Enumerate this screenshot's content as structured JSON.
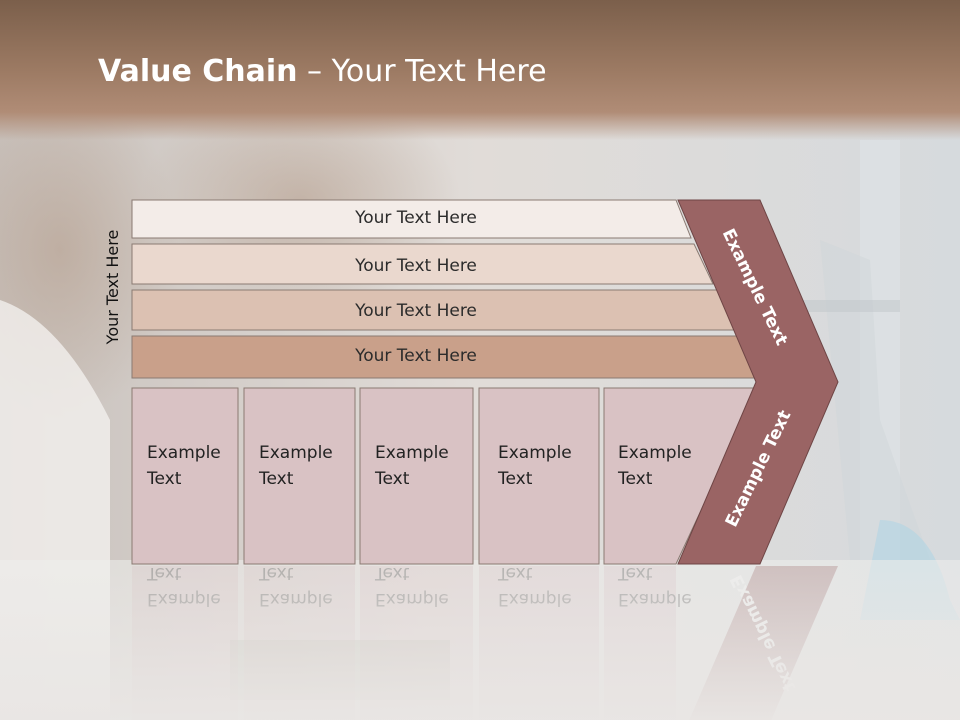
{
  "title": {
    "bold": "Value Chain",
    "rest": " – Your Text Here"
  },
  "vertical_label": "Your Text Here",
  "rows": [
    {
      "label": "Your Text Here",
      "color": "#f3ece8"
    },
    {
      "label": "Your Text Here",
      "color": "#ead8ce"
    },
    {
      "label": "Your Text Here",
      "color": "#dcc1b2"
    },
    {
      "label": "Your Text Here",
      "color": "#c9a08a"
    }
  ],
  "boxes": [
    {
      "line1": "Example",
      "line2": "Text"
    },
    {
      "line1": "Example",
      "line2": "Text"
    },
    {
      "line1": "Example",
      "line2": "Text"
    },
    {
      "line1": "Example",
      "line2": "Text"
    },
    {
      "line1": "Example",
      "line2": "Text"
    }
  ],
  "arrow": {
    "top_label": "Example Text",
    "bottom_label": "Example Text",
    "color": "#9a6464"
  },
  "colors": {
    "box_fill": "#d9c2c4",
    "title_bar": "#9c7a63"
  }
}
